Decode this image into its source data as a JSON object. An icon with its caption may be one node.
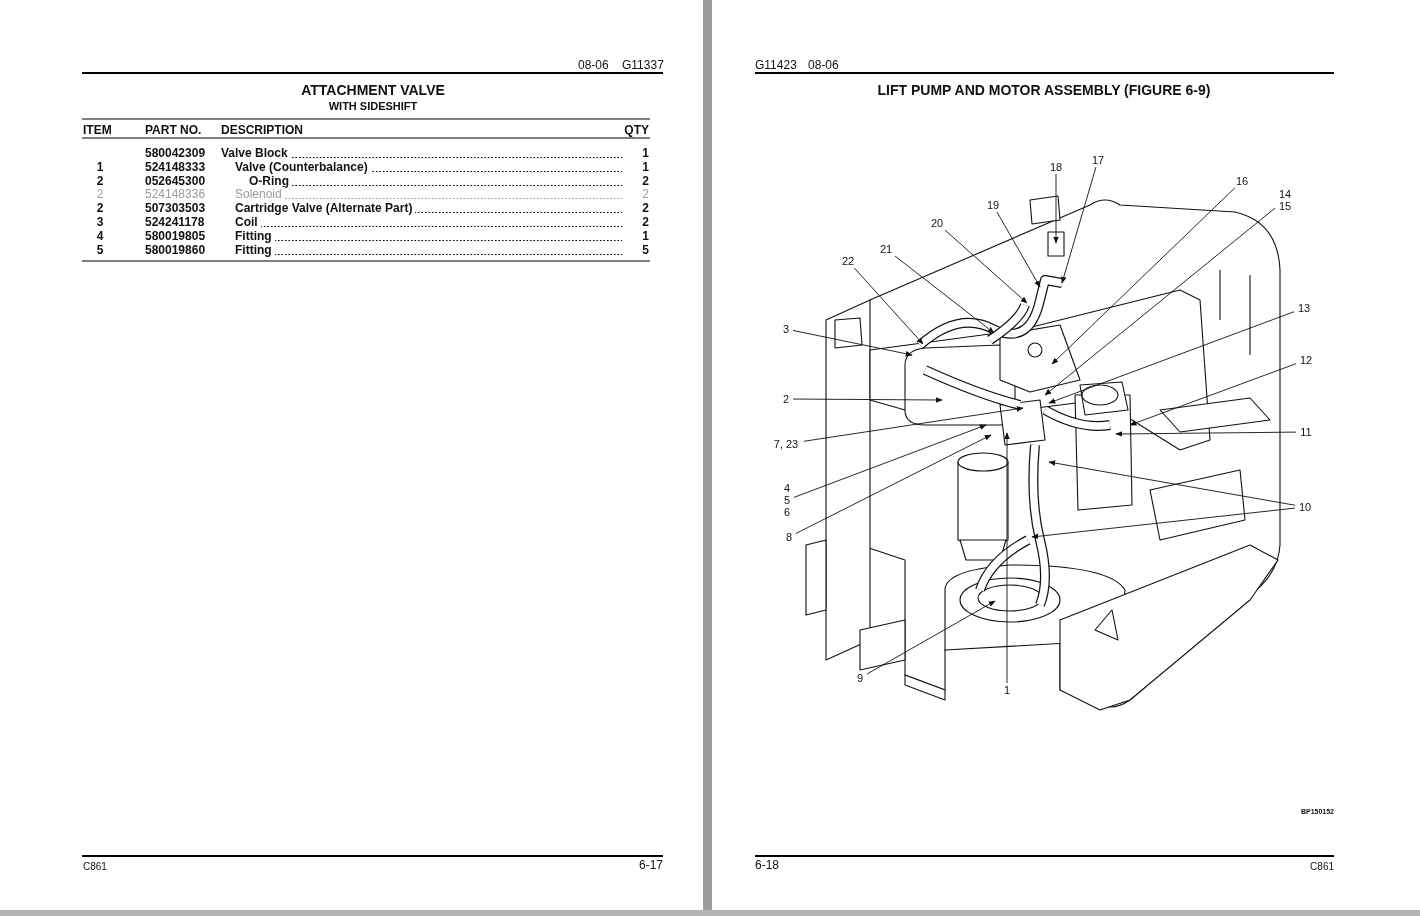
{
  "diagram": {
    "nodes": [
      {
        "text": [
          "17"
        ]
      },
      {
        "text": [
          "18"
        ]
      },
      {
        "text": [
          "16"
        ]
      },
      {
        "text": [
          "14 15"
        ]
      },
      {
        "text": [
          "19"
        ]
      },
      {
        "text": [
          "20"
        ]
      },
      {
        "text": [
          "21"
        ]
      },
      {
        "text": [
          "22"
        ]
      },
      {
        "text": [
          "13"
        ]
      },
      {
        "text": [
          "3"
        ]
      },
      {
        "text": [
          "12"
        ]
      },
      {
        "text": [
          "2"
        ]
      },
      {
        "text": [
          "11"
        ]
      },
      {
        "text": [
          "7, 23"
        ]
      },
      {
        "text": [
          "4 5 6"
        ]
      },
      {
        "text": [
          "10"
        ]
      },
      {
        "text": [
          "8"
        ]
      },
      {
        "text": [
          "9"
        ]
      },
      {
        "text": [
          "1"
        ]
      }
    ],
    "edges": [
      {
        "from": 0,
        "to": null,
        "arrow": "to"
      },
      {
        "from": 1,
        "to": null,
        "arrow": "to"
      },
      {
        "from": 2,
        "to": null,
        "arrow": "to"
      },
      {
        "from": 3,
        "to": null,
        "arrow": "to"
      },
      {
        "from": 4,
        "to": null,
        "arrow": "to"
      },
      {
        "from": 5,
        "to": null,
        "arrow": "to"
      },
      {
        "from": 6,
        "to": null,
        "arrow": "to"
      },
      {
        "from": 7,
        "to": null,
        "arrow": "to"
      },
      {
        "from": 8,
        "to": null,
        "arrow": "to"
      },
      {
        "from": 9,
        "to": null,
        "arrow": "to"
      },
      {
        "from": 10,
        "to": null,
        "arrow": "to"
      },
      {
        "from": 11,
        "to": null,
        "arrow": "to"
      },
      {
        "from": 12,
        "to": null,
        "arrow": "to"
      },
      {
        "from": 13,
        "to": null,
        "arrow": "to"
      },
      {
        "from": 14,
        "to": null,
        "arrow": "to"
      },
      {
        "from": 15,
        "to": null,
        "arrow": "to"
      },
      {
        "from": 15,
        "to": null,
        "arrow": "to"
      },
      {
        "from": 16,
        "to": null,
        "arrow": "to"
      },
      {
        "from": 17,
        "to": null,
        "arrow": "to"
      },
      {
        "from": 18,
        "to": null,
        "arrow": "to"
      }
    ],
    "labels": [
      "08-06",
      "G11337",
      "ATTACHMENT VALVE",
      "WITH SIDESHIFT",
      "ITEM",
      "PART NO.",
      "DESCRIPTION",
      "QTY",
      "580042309",
      "Valve Block",
      "1",
      "1",
      "524148333",
      "Valve (Counterbalance)",
      "1",
      "2",
      "052645300",
      "O-Ring",
      "2",
      "2",
      "524148336",
      "Solenoid",
      "2",
      "2",
      "507303503",
      "Cartridge Valve (Alternate Part)",
      "2",
      "3",
      "524241178",
      "Coil",
      "2",
      "4",
      "580019805",
      "Fitting",
      "1",
      "5",
      "580019860",
      "Fitting",
      "5",
      "G11423",
      "08-06",
      "LIFT PUMP AND MOTOR ASSEMBLY (FIGURE 6-9)",
      "BP150152",
      "C861",
      "6-17",
      "6-18",
      "C861"
    ]
  }
}
